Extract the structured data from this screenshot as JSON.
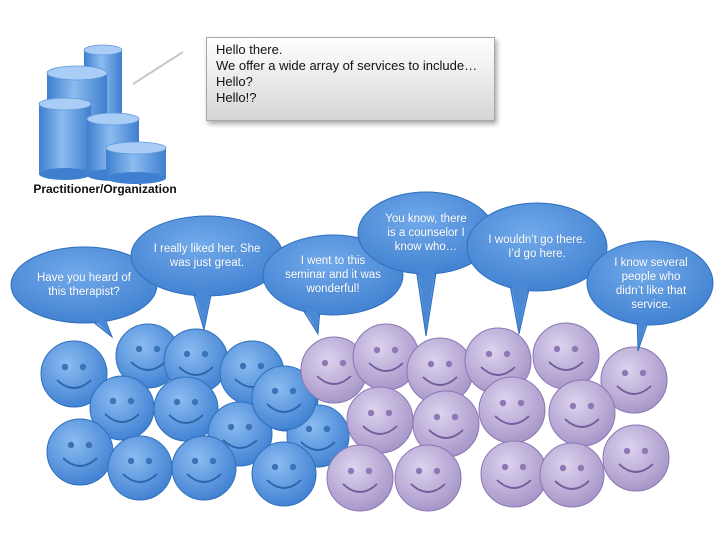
{
  "callout": {
    "lines": [
      "Hello there.",
      "We offer a wide array of services to include…",
      "Hello?",
      "Hello!?"
    ]
  },
  "organization": {
    "label": "Practitioner/Organization"
  },
  "bubbles": [
    "Have you heard of this therapist?",
    "I really liked her. She was just great.",
    "I went to this seminar and it was wonderful!",
    "You know, there is a counselor I know who…",
    "I wouldn’t go there. I’d go here.",
    "I know several people who didn’t like that service."
  ],
  "colors": {
    "blue_face": "#5c9ae0",
    "purple_face": "#bcaed6",
    "bubble": "#4f8fda",
    "callout_border": "#a7a7a7"
  }
}
